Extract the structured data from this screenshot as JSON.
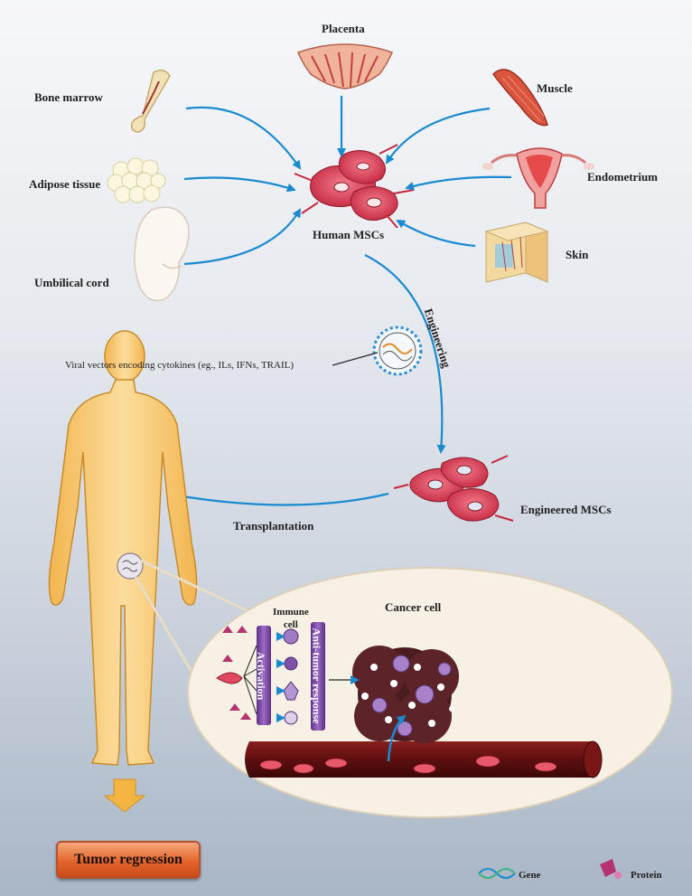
{
  "labels": {
    "placenta": "Placenta",
    "bone_marrow": "Bone marrow",
    "muscle": "Muscle",
    "adipose": "Adipose tissue",
    "endometrium": "Endometrium",
    "umbilical": "Umbilical cord",
    "skin": "Skin",
    "human_mscs": "Human MSCs",
    "engineering": "Engineering",
    "viral_vectors": "Viral vectors encoding cytokines (eg., ILs, IFNs, TRAIL)",
    "engineered_mscs": "Engineered MSCs",
    "transplantation": "Transplantation",
    "immune_cell": "Immune\ncell",
    "activation": "Activation",
    "anti_tumor": "Anti-tumor response",
    "cancer_cell": "Cancer cell",
    "tumor_regression": "Tumor regression",
    "legend_gene": "Gene",
    "legend_protein": "Protein"
  },
  "colors": {
    "arrow": "#1a8ad0",
    "msc": "#e0485f",
    "body": "#f7c873",
    "purple_box": "#7b4aa0",
    "orange_button": "#e4652b"
  }
}
